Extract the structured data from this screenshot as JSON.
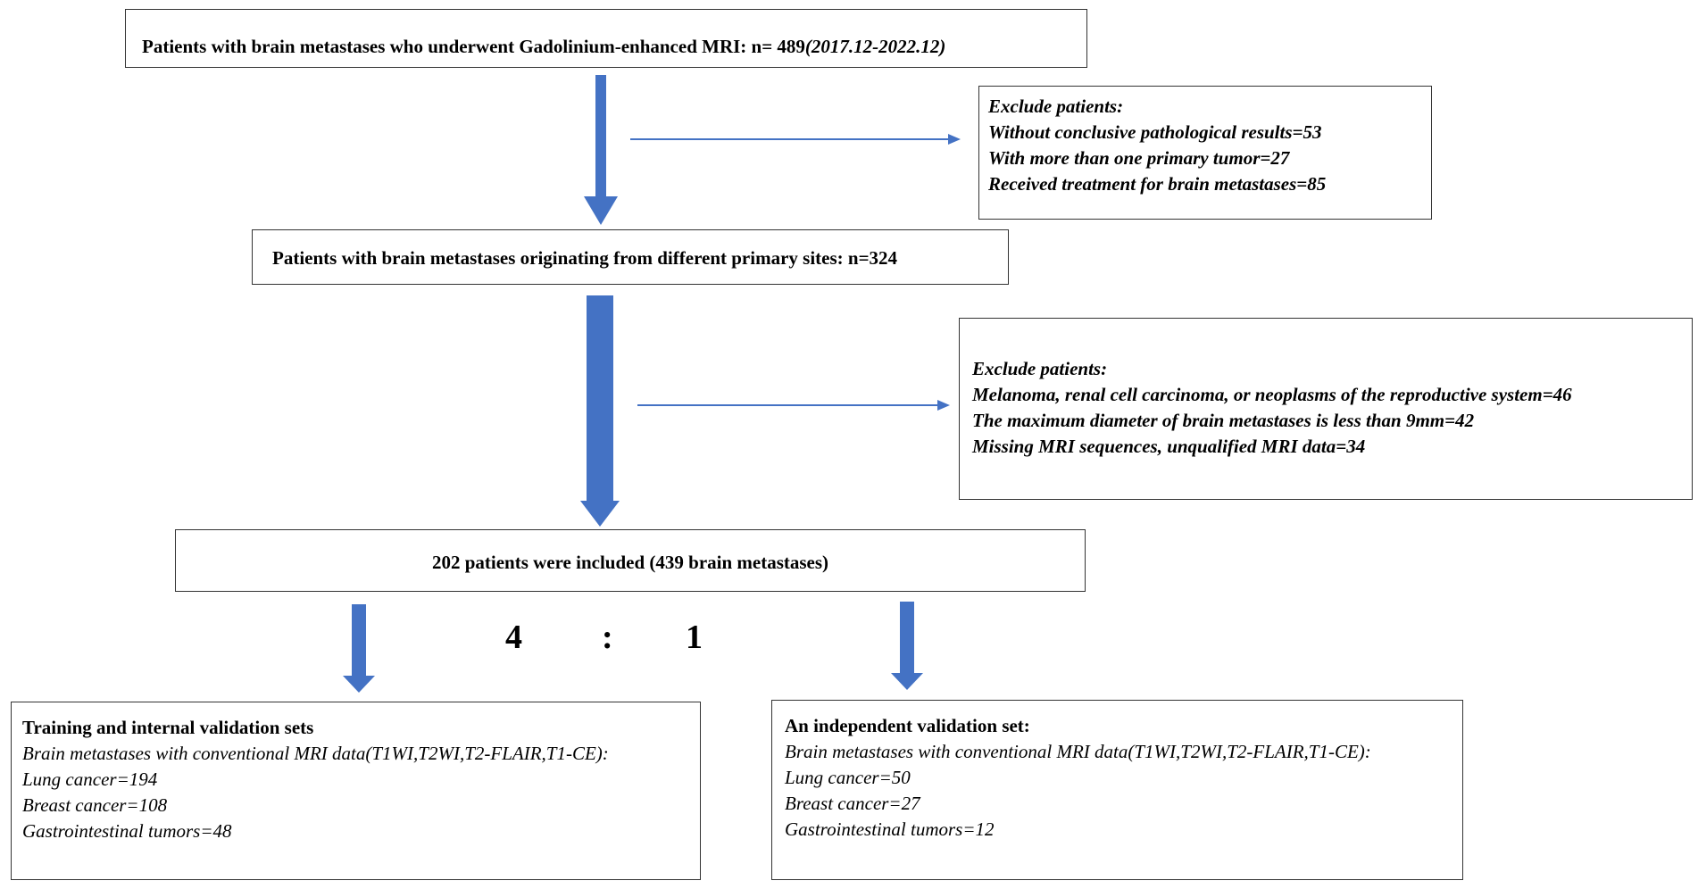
{
  "flow": {
    "top": {
      "prefix": "Patients with brain metastases who underwent Gadolinium-enhanced MRI: n= 489",
      "period": "(2017.12-2022.12)"
    },
    "exclude1": {
      "heading": "Exclude patients:",
      "items": [
        "Without conclusive pathological results=53",
        "With more than one primary tumor=27",
        "Received treatment for brain metastases=85"
      ]
    },
    "middle": "Patients with brain metastases originating from different primary sites: n=324",
    "exclude2": {
      "heading": "Exclude patients:",
      "items": [
        "Melanoma, renal cell carcinoma, or neoplasms of the reproductive system=46",
        "The maximum diameter of brain metastases is less than 9mm=42",
        "Missing MRI sequences, unqualified MRI data=34"
      ]
    },
    "included": "202 patients were included (439 brain metastases)",
    "ratio": {
      "left": "4",
      "sep": ":",
      "right": "1"
    },
    "training": {
      "title": "Training and internal validation sets",
      "subtitle": "Brain metastases with conventional MRI data(T1WI,T2WI,T2-FLAIR,T1-CE):",
      "items": [
        "Lung cancer=194",
        "Breast cancer=108",
        "Gastrointestinal tumors=48"
      ]
    },
    "independent": {
      "title": "An independent validation set:",
      "subtitle": "Brain metastases with conventional MRI data(T1WI,T2WI,T2-FLAIR,T1-CE):",
      "items": [
        "Lung cancer=50",
        "Breast cancer=27",
        "Gastrointestinal tumors=12"
      ]
    }
  },
  "colors": {
    "arrow": "#4472C4",
    "border": "#333333",
    "text": "#000000"
  }
}
